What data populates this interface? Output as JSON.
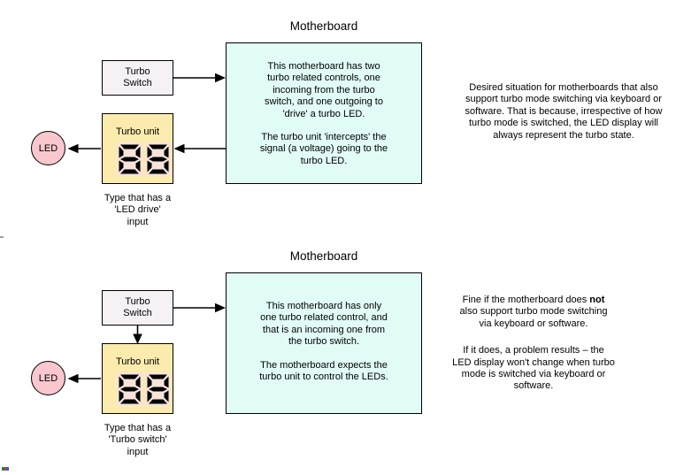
{
  "colors": {
    "background": "#ffffff",
    "motherboard_box_fill": "#e1fcf7",
    "switch_box_fill": "#f5f1f5",
    "turbo_unit_fill": "#fbebad",
    "display_cell_fill": "#f9e3d9",
    "led_fill": "#f9c7cd",
    "line": "#000000"
  },
  "sections": {
    "top": {
      "title": "Motherboard",
      "switch_label": "Turbo\nSwitch",
      "unit_label": "Turbo unit",
      "display_value": "88",
      "led_label": "LED",
      "board_text_p1": "This motherboard has two\nturbo related controls, one\nincoming from the turbo\nswitch, and one outgoing to\n'drive' a turbo LED.",
      "board_text_p2": "The turbo unit 'intercepts' the\nsignal (a voltage) going to the\nturbo LED.",
      "caption": "Type that has a\n'LED drive'\ninput",
      "side_note": "Desired situation for motherboards that also\nsupport turbo mode switching via keyboard or\nsoftware. That is because, irrespective of how\nturbo mode is switched, the LED display will\nalways represent the turbo state."
    },
    "bottom": {
      "title": "Motherboard",
      "switch_label": "Turbo\nSwitch",
      "unit_label": "Turbo unit",
      "display_value": "88",
      "led_label": "LED",
      "board_text_p1": "This motherboard has only\none turbo related control, and\nthat is an incoming one from\nthe turbo switch.",
      "board_text_p2": "The motherboard expects the\nturbo unit to control the LEDs.",
      "caption": "Type that has a\n'Turbo switch'\ninput",
      "side_note_p1_before_bold": "Fine if the motherboard does ",
      "side_note_p1_bold": "not",
      "side_note_p1_after_bold": "\nalso support turbo mode switching\nvia keyboard or software.",
      "side_note_p2": "If it does, a problem results – the\nLED display won't change when turbo\nmode is switched via keyboard or\nsoftware."
    }
  }
}
